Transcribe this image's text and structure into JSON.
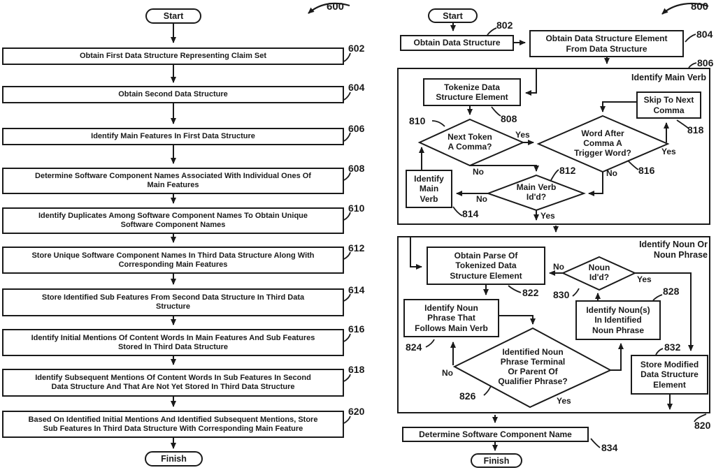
{
  "colors": {
    "ink": "#1a1a1a",
    "paper": "#ffffff"
  },
  "yn": {
    "yes": "Yes",
    "no": "No"
  },
  "left_chart": {
    "ref": "600",
    "start": "Start",
    "finish": "Finish",
    "steps": [
      {
        "ref": "602",
        "lines": [
          "Obtain First Data Structure Representing Claim Set"
        ]
      },
      {
        "ref": "604",
        "lines": [
          "Obtain Second Data Structure"
        ]
      },
      {
        "ref": "606",
        "lines": [
          "Identify Main Features In First Data Structure"
        ]
      },
      {
        "ref": "608",
        "lines": [
          "Determine Software Component Names Associated With Individual Ones Of",
          "Main Features"
        ]
      },
      {
        "ref": "610",
        "lines": [
          "Identify Duplicates Among Software Component Names To Obtain Unique",
          "Software Component Names"
        ]
      },
      {
        "ref": "612",
        "lines": [
          "Store Unique Software Component Names In Third Data Structure Along With",
          "Corresponding Main Features"
        ]
      },
      {
        "ref": "614",
        "lines": [
          "Store Identified Sub Features From Second Data Structure In Third Data",
          "Structure"
        ]
      },
      {
        "ref": "616",
        "lines": [
          "Identify Initial Mentions Of Content Words In Main Features And Sub Features",
          "Stored In Third Data Structure"
        ]
      },
      {
        "ref": "618",
        "lines": [
          "Identify Subsequent Mentions Of Content Words In Sub Features In Second",
          "Data Structure And That Are Not Yet Stored In Third Data Structure"
        ]
      },
      {
        "ref": "620",
        "lines": [
          "Based On Identified Initial Mentions And Identified Subsequent Mentions, Store",
          "Sub Features In Third Data Structure With Corresponding Main Feature"
        ]
      }
    ]
  },
  "right_chart": {
    "ref": "800",
    "start": "Start",
    "finish": "Finish",
    "b802": {
      "ref": "802",
      "lines": [
        "Obtain Data Structure"
      ]
    },
    "b804": {
      "ref": "804",
      "lines": [
        "Obtain Data Structure Element",
        "From Data Structure"
      ]
    },
    "g806": {
      "ref": "806",
      "title": "Identify Main Verb"
    },
    "b808": {
      "ref": "808",
      "lines": [
        "Tokenize Data",
        "Structure Element"
      ]
    },
    "d810": {
      "ref": "810",
      "lines": [
        "Next Token",
        "A Comma?"
      ]
    },
    "d812": {
      "ref": "812",
      "lines": [
        "Main Verb",
        "Id'd?"
      ]
    },
    "b814": {
      "ref": "814",
      "lines": [
        "Identify",
        "Main",
        "Verb"
      ]
    },
    "d816": {
      "ref": "816",
      "lines": [
        "Word After",
        "Comma A",
        "Trigger Word?"
      ]
    },
    "b818": {
      "ref": "818",
      "lines": [
        "Skip To Next",
        "Comma"
      ]
    },
    "g820": {
      "ref": "820",
      "title_lines": [
        "Identify Noun Or",
        "Noun Phrase"
      ]
    },
    "b822": {
      "ref": "822",
      "lines": [
        "Obtain Parse Of",
        "Tokenized Data",
        "Structure Element"
      ]
    },
    "b824": {
      "ref": "824",
      "lines": [
        "Identify Noun",
        "Phrase That",
        "Follows Main Verb"
      ]
    },
    "d826": {
      "ref": "826",
      "lines": [
        "Identified Noun",
        "Phrase Terminal",
        "Or Parent Of",
        "Qualifier Phrase?"
      ]
    },
    "b828": {
      "ref": "828",
      "lines": [
        "Identify Noun(s)",
        "In Identified",
        "Noun Phrase"
      ]
    },
    "d830": {
      "ref": "830",
      "lines": [
        "Noun",
        "Id'd?"
      ]
    },
    "b832": {
      "ref": "832",
      "lines": [
        "Store Modified",
        "Data Structure",
        "Element"
      ]
    },
    "b834": {
      "ref": "834",
      "lines": [
        "Determine Software Component Name"
      ]
    }
  }
}
